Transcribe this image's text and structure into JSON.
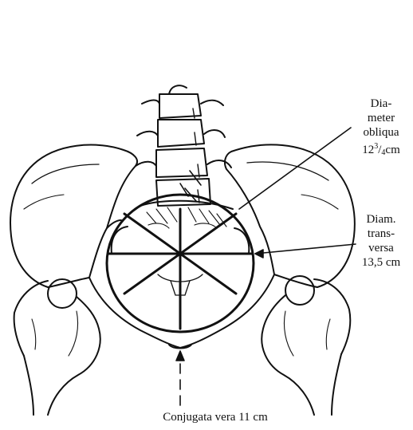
{
  "labels": {
    "obliqua": {
      "line1": "Dia-",
      "line2": "meter",
      "line3": "obliqua",
      "value_whole": "12",
      "value_num": "3",
      "value_den": "4",
      "unit": "cm"
    },
    "transversa": {
      "line1": "Diam.",
      "line2": "trans-",
      "line3": "versa",
      "value": "13,5 cm"
    },
    "conjugata": {
      "text": "Conjugata vera 11 cm"
    }
  },
  "colors": {
    "ink": "#111111",
    "background": "#ffffff"
  }
}
